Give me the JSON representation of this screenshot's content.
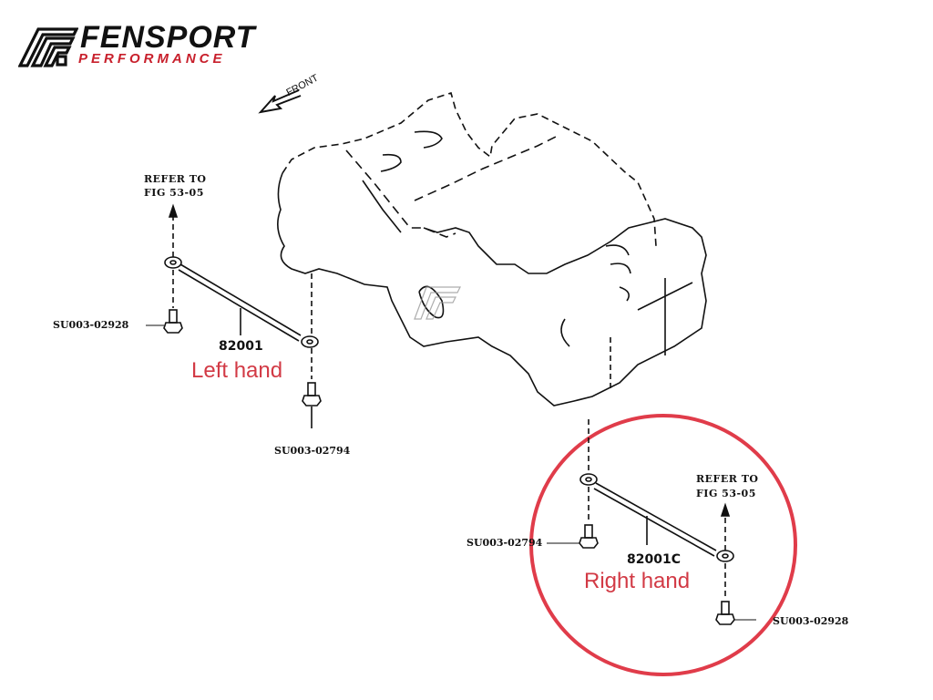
{
  "logo": {
    "title": "FENSPORT",
    "subtitle": "PERFORMANCE",
    "brand_color": "#c8202c"
  },
  "diagram": {
    "front_label": "FRONT",
    "left": {
      "refer_line1": "REFER TO",
      "refer_line2": "FIG 53-05",
      "bolt_upper": "SU003-02928",
      "part_number": "82001",
      "side_label": "Left hand",
      "bolt_lower": "SU003-02794"
    },
    "right": {
      "refer_line1": "REFER TO",
      "refer_line2": "FIG 53-05",
      "bolt_left": "SU003-02794",
      "part_number": "82001C",
      "side_label": "Right hand",
      "bolt_right": "SU003-02928"
    },
    "highlight_color": "#e03c4a",
    "label_color": "#d23a45"
  }
}
